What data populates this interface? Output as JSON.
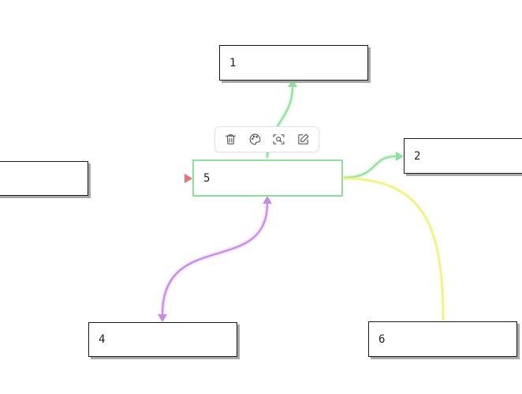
{
  "nodes": {
    "n1": {
      "label": "1"
    },
    "n2": {
      "label": "2"
    },
    "n3": {
      "label": ""
    },
    "n4": {
      "label": "4"
    },
    "n5": {
      "label": "5"
    },
    "n6": {
      "label": "6"
    }
  },
  "toolbar": {
    "buttons": [
      {
        "icon": "trash-icon"
      },
      {
        "icon": "palette-icon"
      },
      {
        "icon": "focus-search-icon"
      },
      {
        "icon": "edit-icon"
      }
    ]
  },
  "colors": {
    "edge_green": "#8ee09a",
    "edge_red": "#e57373",
    "edge_purple": "#c58be8",
    "edge_yellow": "#eef27a",
    "selected_border": "#8ee09a"
  }
}
